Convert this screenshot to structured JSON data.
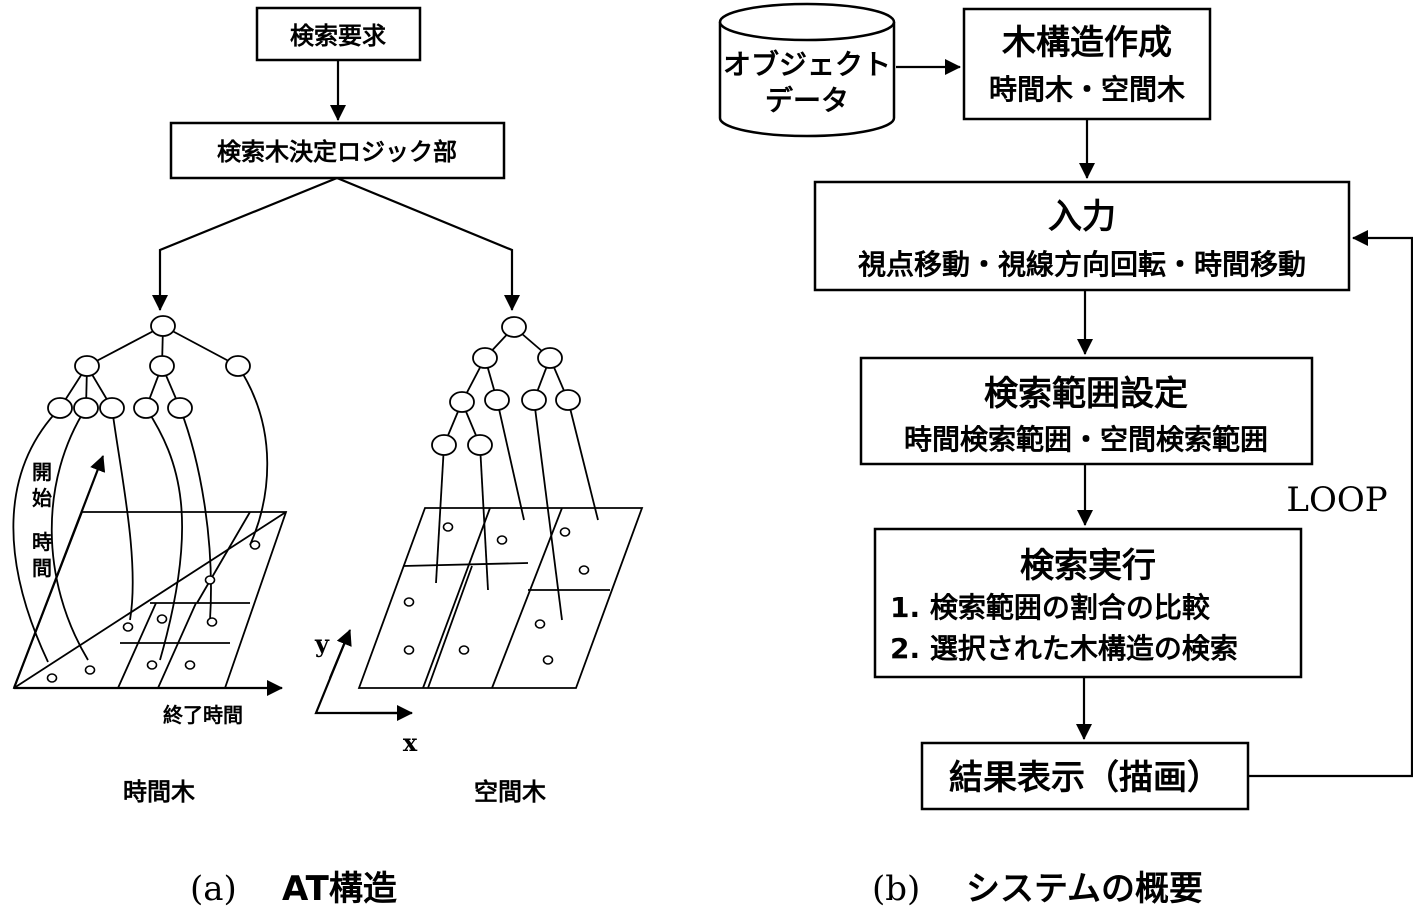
{
  "left": {
    "search_request": "検索要求",
    "logic_unit": "検索木決定ロジック部",
    "axis_start_time": [
      "開",
      "始",
      "時",
      "間"
    ],
    "axis_end_time": "終了時間",
    "axis_y": "y",
    "axis_x": "x",
    "label_time_tree": "時間木",
    "label_space_tree": "空間木",
    "caption_prefix": "(a)",
    "caption": "AT構造"
  },
  "right": {
    "object_data": [
      "オブジェクト",
      "データ"
    ],
    "build_title": "木構造作成",
    "build_sub": "時間木・空間木",
    "input_title": "入力",
    "input_sub": "視点移動・視線方向回転・時間移動",
    "range_title": "検索範囲設定",
    "range_sub": "時間検索範囲・空間検索範囲",
    "exec_title": "検索実行",
    "exec_step1": "1. 検索範囲の割合の比較",
    "exec_step2": "2. 選択された木構造の検索",
    "result": "結果表示（描画）",
    "loop": "LOOP",
    "caption_prefix": "(b)",
    "caption": "システムの概要"
  }
}
